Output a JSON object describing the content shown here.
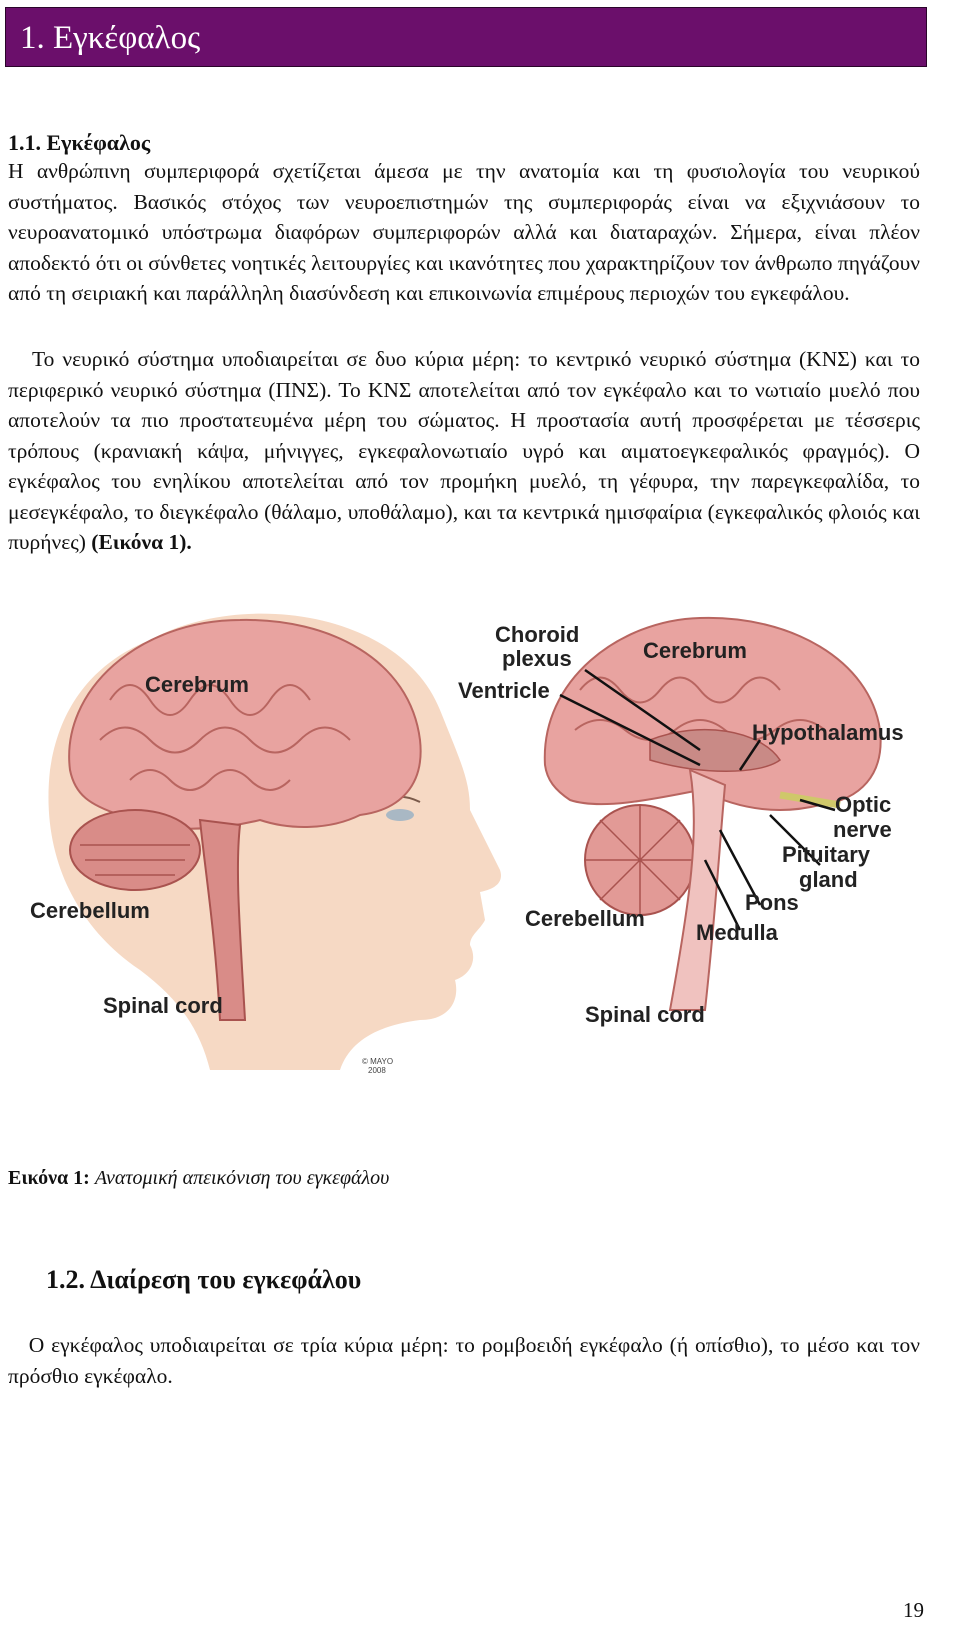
{
  "chapter": {
    "title": "1. Εγκέφαλος"
  },
  "section1": {
    "title": "1.1. Εγκέφαλος",
    "paragraph1": "Η ανθρώπινη συμπεριφορά σχετίζεται άμεσα με την ανατομία και τη φυσιολογία του νευρικού συστήματος. Βασικός στόχος των νευροεπιστημών της συμπεριφοράς είναι να εξιχνιάσουν το νευροανατομικό υπόστρωμα διαφόρων συμπεριφορών αλλά και διαταραχών. Σήμερα, είναι πλέον αποδεκτό ότι οι σύνθετες νοητικές λειτουργίες και ικανότητες που χαρακτηρίζουν τον άνθρωπο πηγάζουν από τη σειριακή και παράλληλη διασύνδεση και επικοινωνία επιμέρους περιοχών του εγκεφάλου.",
    "paragraph2": "Το νευρικό σύστημα υποδιαιρείται σε δυο κύρια μέρη: το κεντρικό νευρικό σύστημα (ΚΝΣ) και το περιφερικό νευρικό σύστημα (ΠΝΣ). Το ΚΝΣ αποτελείται από τον εγκέφαλο και το νωτιαίο μυελό που αποτελούν τα πιο προστατευμένα μέρη του σώματος. Η προστασία αυτή προσφέρεται με τέσσερις τρόπους (κρανιακή κάψα, μήνιγγες, εγκεφαλονωτιαίο υγρό και αιματοεγκεφαλικός φραγμός). Ο εγκέφαλος του ενηλίκου αποτελείται από τον προμήκη μυελό, τη γέφυρα, την παρεγκεφαλίδα, το μεσεγκέφαλο, το διεγκέφαλο (θάλαμο, υποθάλαμο), και τα κεντρικά ημισφαίρια (εγκεφαλικός φλοιός και πυρήνες)",
    "paragraph2_ref": "(Εικόνα 1)."
  },
  "figure": {
    "left_labels": {
      "cerebrum": "Cerebrum",
      "cerebellum": "Cerebellum",
      "spinal_cord": "Spinal cord"
    },
    "right_labels": {
      "choroid": "Choroid",
      "plexus": "plexus",
      "ventricle": "Ventricle",
      "cerebrum": "Cerebrum",
      "hypothalamus": "Hypothalamus",
      "optic": "Optic",
      "nerve": "nerve",
      "pituitary": "Pituitary",
      "gland": "gland",
      "pons": "Pons",
      "medulla": "Medulla",
      "cerebellum": "Cerebellum",
      "spinal_cord": "Spinal cord"
    },
    "credit_line1": "© MAYO",
    "credit_line2": "2008",
    "colors": {
      "brain": "#e8a3a0",
      "brain_dark": "#c7706c",
      "skin": "#f6d9c4",
      "banner": "#6b0f6b"
    }
  },
  "caption": {
    "label": "Εικόνα 1:",
    "text": "Ανατομική απεικόνιση του εγκεφάλου"
  },
  "section2": {
    "title": "1.2. Διαίρεση του εγκεφάλου",
    "paragraph": "Ο εγκέφαλος υποδιαιρείται σε τρία κύρια μέρη: το ρομβοειδή εγκέφαλο (ή οπίσθιο), το μέσο και τον πρόσθιο εγκέφαλο."
  },
  "page_number": "19"
}
